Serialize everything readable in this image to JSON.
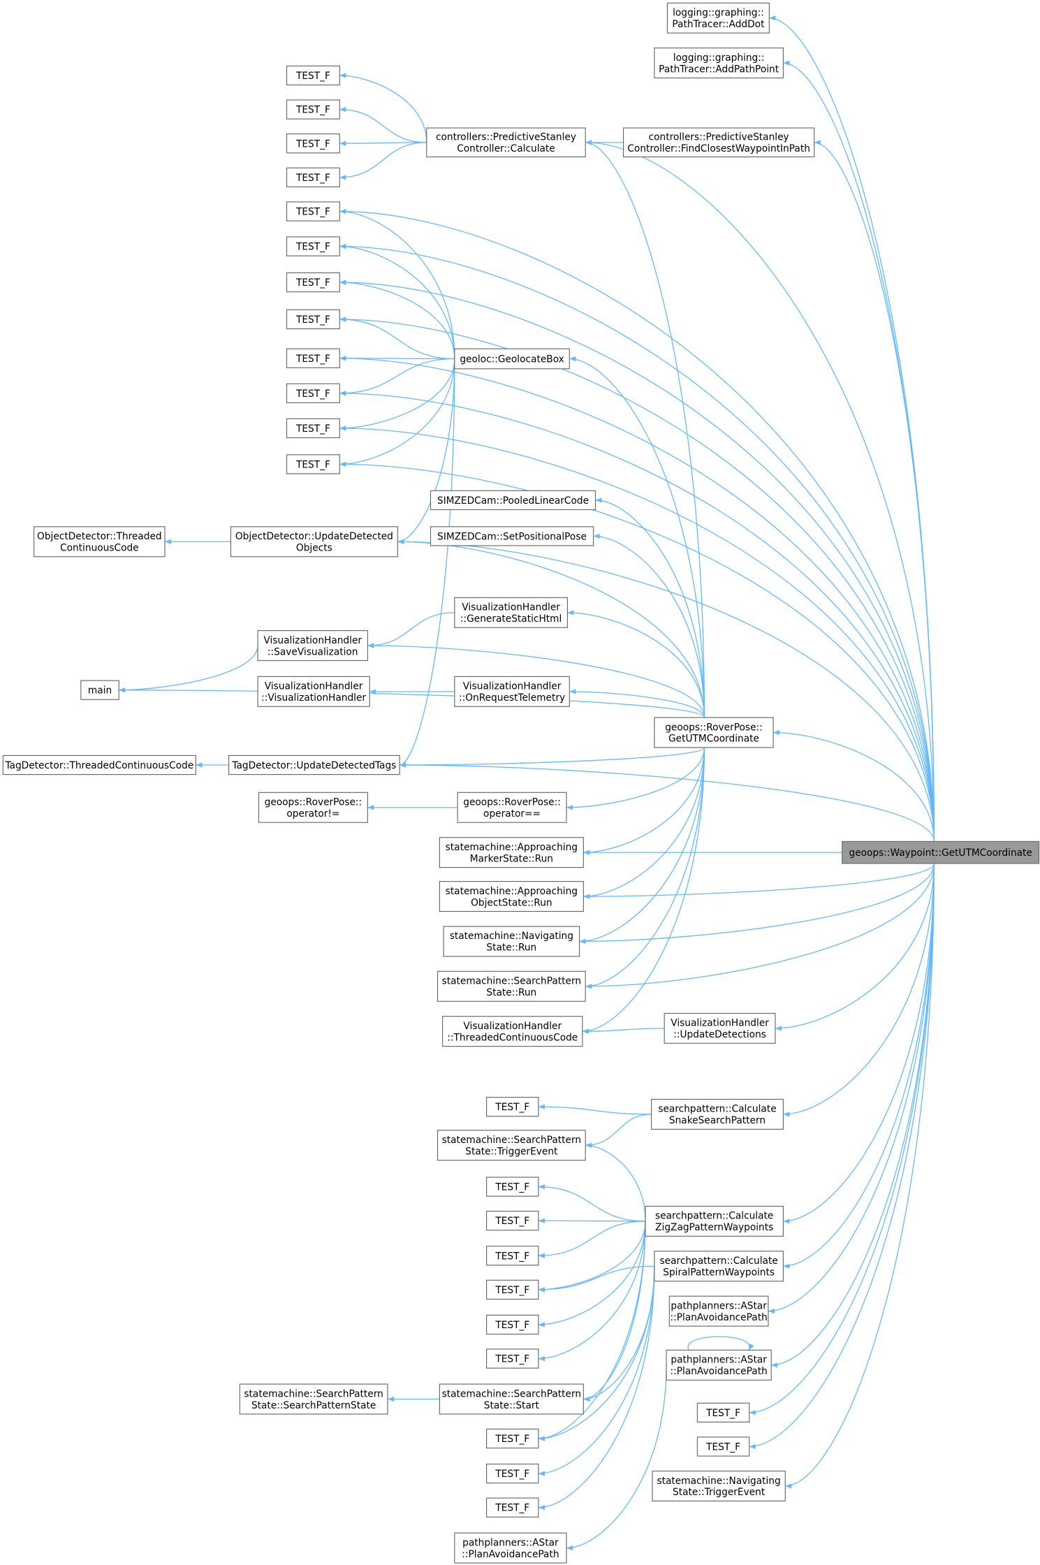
{
  "colors": {
    "edge": "#63b8ff",
    "target_fill": "#999999",
    "node_border": "#666666"
  },
  "nodes": [
    {
      "id": "T",
      "lines": [
        "geoops::Waypoint::GetUTMCoordinate"
      ]
    },
    {
      "id": "addDot",
      "lines": [
        "logging::graphing::",
        "PathTracer::AddDot"
      ]
    },
    {
      "id": "addPathPoint",
      "lines": [
        "logging::graphing::",
        "PathTracer::AddPathPoint"
      ]
    },
    {
      "id": "findClosest",
      "lines": [
        "controllers::PredictiveStanley",
        "Controller::FindClosestWaypointInPath"
      ]
    },
    {
      "id": "calculate",
      "lines": [
        "controllers::PredictiveStanley",
        "Controller::Calculate"
      ]
    },
    {
      "id": "t1",
      "lines": [
        "TEST_F"
      ]
    },
    {
      "id": "t2",
      "lines": [
        "TEST_F"
      ]
    },
    {
      "id": "t3",
      "lines": [
        "TEST_F"
      ]
    },
    {
      "id": "t4",
      "lines": [
        "TEST_F"
      ]
    },
    {
      "id": "t5",
      "lines": [
        "TEST_F"
      ]
    },
    {
      "id": "t6",
      "lines": [
        "TEST_F"
      ]
    },
    {
      "id": "t7",
      "lines": [
        "TEST_F"
      ]
    },
    {
      "id": "t8",
      "lines": [
        "TEST_F"
      ]
    },
    {
      "id": "t9",
      "lines": [
        "TEST_F"
      ]
    },
    {
      "id": "t10",
      "lines": [
        "TEST_F"
      ]
    },
    {
      "id": "t11",
      "lines": [
        "TEST_F"
      ]
    },
    {
      "id": "t12",
      "lines": [
        "TEST_F"
      ]
    },
    {
      "id": "geolocate",
      "lines": [
        "geoloc::GeolocateBox"
      ]
    },
    {
      "id": "pooled",
      "lines": [
        "SIMZEDCam::PooledLinearCode"
      ]
    },
    {
      "id": "setPose",
      "lines": [
        "SIMZEDCam::SetPositionalPose"
      ]
    },
    {
      "id": "updDetObj",
      "lines": [
        "ObjectDetector::UpdateDetected",
        "Objects"
      ]
    },
    {
      "id": "odThreaded",
      "lines": [
        "ObjectDetector::Threaded",
        "ContinuousCode"
      ]
    },
    {
      "id": "genHtml",
      "lines": [
        "VisualizationHandler",
        "::GenerateStaticHtml"
      ]
    },
    {
      "id": "saveVis",
      "lines": [
        "VisualizationHandler",
        "::SaveVisualization"
      ]
    },
    {
      "id": "main",
      "lines": [
        "main"
      ]
    },
    {
      "id": "vhCtor",
      "lines": [
        "VisualizationHandler",
        "::VisualizationHandler"
      ]
    },
    {
      "id": "onReqTel",
      "lines": [
        "VisualizationHandler",
        "::OnRequestTelemetry"
      ]
    },
    {
      "id": "roverUtm",
      "lines": [
        "geoops::RoverPose::",
        "GetUTMCoordinate"
      ]
    },
    {
      "id": "tdThreaded",
      "lines": [
        "TagDetector::ThreadedContinuousCode"
      ]
    },
    {
      "id": "updTags",
      "lines": [
        "TagDetector::UpdateDetectedTags"
      ]
    },
    {
      "id": "opNe",
      "lines": [
        "geoops::RoverPose::",
        "operator!="
      ]
    },
    {
      "id": "opEq",
      "lines": [
        "geoops::RoverPose::",
        "operator=="
      ]
    },
    {
      "id": "appMarker",
      "lines": [
        "statemachine::Approaching",
        "MarkerState::Run"
      ]
    },
    {
      "id": "appObject",
      "lines": [
        "statemachine::Approaching",
        "ObjectState::Run"
      ]
    },
    {
      "id": "navRun",
      "lines": [
        "statemachine::Navigating",
        "State::Run"
      ]
    },
    {
      "id": "spRun",
      "lines": [
        "statemachine::SearchPattern",
        "State::Run"
      ]
    },
    {
      "id": "vhThreaded",
      "lines": [
        "VisualizationHandler",
        "::ThreadedContinuousCode"
      ]
    },
    {
      "id": "updDetections",
      "lines": [
        "VisualizationHandler",
        "::UpdateDetections"
      ]
    },
    {
      "id": "t13",
      "lines": [
        "TEST_F"
      ]
    },
    {
      "id": "snake",
      "lines": [
        "searchpattern::Calculate",
        "SnakeSearchPattern"
      ]
    },
    {
      "id": "spTrigger",
      "lines": [
        "statemachine::SearchPattern",
        "State::TriggerEvent"
      ]
    },
    {
      "id": "t14",
      "lines": [
        "TEST_F"
      ]
    },
    {
      "id": "t15",
      "lines": [
        "TEST_F"
      ]
    },
    {
      "id": "t16",
      "lines": [
        "TEST_F"
      ]
    },
    {
      "id": "t17",
      "lines": [
        "TEST_F"
      ]
    },
    {
      "id": "t18",
      "lines": [
        "TEST_F"
      ]
    },
    {
      "id": "t19",
      "lines": [
        "TEST_F"
      ]
    },
    {
      "id": "zigzag",
      "lines": [
        "searchpattern::Calculate",
        "ZigZagPatternWaypoints"
      ]
    },
    {
      "id": "spiral",
      "lines": [
        "searchpattern::Calculate",
        "SpiralPatternWaypoints"
      ]
    },
    {
      "id": "astar1",
      "lines": [
        "pathplanners::AStar",
        "::PlanAvoidancePath"
      ]
    },
    {
      "id": "astar2",
      "lines": [
        "pathplanners::AStar",
        "::PlanAvoidancePath"
      ]
    },
    {
      "id": "spCtor",
      "lines": [
        "statemachine::SearchPattern",
        "State::SearchPatternState"
      ]
    },
    {
      "id": "spStart",
      "lines": [
        "statemachine::SearchPattern",
        "State::Start"
      ]
    },
    {
      "id": "t20",
      "lines": [
        "TEST_F"
      ]
    },
    {
      "id": "t21",
      "lines": [
        "TEST_F"
      ]
    },
    {
      "id": "navTrigger",
      "lines": [
        "statemachine::Navigating",
        "State::TriggerEvent"
      ]
    },
    {
      "id": "t22",
      "lines": [
        "TEST_F"
      ]
    },
    {
      "id": "t23",
      "lines": [
        "TEST_F"
      ]
    },
    {
      "id": "t24",
      "lines": [
        "TEST_F"
      ]
    },
    {
      "id": "astar3",
      "lines": [
        "pathplanners::AStar",
        "::PlanAvoidancePath"
      ]
    }
  ],
  "edges": [
    [
      "T",
      "addDot"
    ],
    [
      "T",
      "addPathPoint"
    ],
    [
      "T",
      "findClosest"
    ],
    [
      "T",
      "calculate"
    ],
    [
      "T",
      "t5"
    ],
    [
      "T",
      "t6"
    ],
    [
      "T",
      "t7"
    ],
    [
      "T",
      "t8"
    ],
    [
      "T",
      "t9"
    ],
    [
      "T",
      "t10"
    ],
    [
      "T",
      "t11"
    ],
    [
      "T",
      "t12"
    ],
    [
      "T",
      "roverUtm"
    ],
    [
      "T",
      "appMarker"
    ],
    [
      "T",
      "appObject"
    ],
    [
      "T",
      "navRun"
    ],
    [
      "T",
      "spRun"
    ],
    [
      "T",
      "updDetections"
    ],
    [
      "T",
      "updTags"
    ],
    [
      "T",
      "snake"
    ],
    [
      "T",
      "zigzag"
    ],
    [
      "T",
      "spiral"
    ],
    [
      "T",
      "astar1"
    ],
    [
      "T",
      "astar2"
    ],
    [
      "T",
      "t20"
    ],
    [
      "T",
      "t21"
    ],
    [
      "T",
      "navTrigger"
    ],
    [
      "T",
      "updDetObj"
    ],
    [
      "calculate",
      "t1"
    ],
    [
      "calculate",
      "t2"
    ],
    [
      "calculate",
      "t3"
    ],
    [
      "calculate",
      "t4"
    ],
    [
      "findClosest",
      "calculate"
    ],
    [
      "geolocate",
      "t5"
    ],
    [
      "geolocate",
      "t6"
    ],
    [
      "geolocate",
      "t7"
    ],
    [
      "geolocate",
      "t8"
    ],
    [
      "geolocate",
      "t9"
    ],
    [
      "geolocate",
      "t10"
    ],
    [
      "geolocate",
      "t11"
    ],
    [
      "geolocate",
      "t12"
    ],
    [
      "geolocate",
      "updDetObj"
    ],
    [
      "geolocate",
      "updTags"
    ],
    [
      "roverUtm",
      "calculate"
    ],
    [
      "roverUtm",
      "geolocate"
    ],
    [
      "roverUtm",
      "pooled"
    ],
    [
      "roverUtm",
      "setPose"
    ],
    [
      "roverUtm",
      "updDetObj"
    ],
    [
      "roverUtm",
      "genHtml"
    ],
    [
      "roverUtm",
      "saveVis"
    ],
    [
      "roverUtm",
      "main"
    ],
    [
      "roverUtm",
      "onReqTel"
    ],
    [
      "roverUtm",
      "updTags"
    ],
    [
      "roverUtm",
      "opEq"
    ],
    [
      "roverUtm",
      "appMarker"
    ],
    [
      "roverUtm",
      "appObject"
    ],
    [
      "roverUtm",
      "navRun"
    ],
    [
      "roverUtm",
      "spRun"
    ],
    [
      "roverUtm",
      "vhThreaded"
    ],
    [
      "updDetObj",
      "odThreaded"
    ],
    [
      "genHtml",
      "saveVis"
    ],
    [
      "saveVis",
      "main"
    ],
    [
      "onReqTel",
      "vhCtor"
    ],
    [
      "updTags",
      "tdThreaded"
    ],
    [
      "opEq",
      "opNe"
    ],
    [
      "updDetections",
      "vhThreaded"
    ],
    [
      "snake",
      "t13"
    ],
    [
      "snake",
      "spTrigger"
    ],
    [
      "zigzag",
      "spTrigger"
    ],
    [
      "zigzag",
      "t14"
    ],
    [
      "zigzag",
      "t15"
    ],
    [
      "zigzag",
      "t16"
    ],
    [
      "zigzag",
      "t17"
    ],
    [
      "zigzag",
      "t18"
    ],
    [
      "zigzag",
      "t19"
    ],
    [
      "zigzag",
      "spStart"
    ],
    [
      "zigzag",
      "t22"
    ],
    [
      "spiral",
      "t17"
    ],
    [
      "spiral",
      "spStart"
    ],
    [
      "spiral",
      "t22"
    ],
    [
      "spiral",
      "t23"
    ],
    [
      "spiral",
      "t24"
    ],
    [
      "spStart",
      "spCtor"
    ],
    [
      "astar2",
      "astar2"
    ],
    [
      "astar2",
      "astar3"
    ]
  ]
}
